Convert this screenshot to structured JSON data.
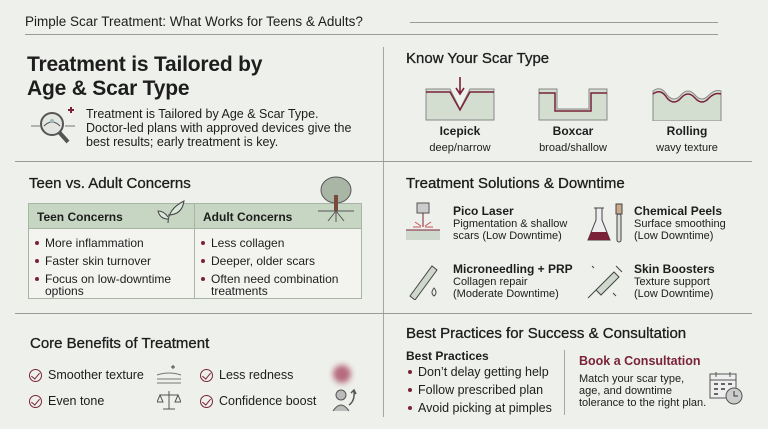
{
  "header": {
    "title": "Pimple Scar Treatment: What Works for Teens & Adults?"
  },
  "intro": {
    "heading_line1": "Treatment is Tailored by",
    "heading_line2": "Age & Scar Type",
    "body_line1": "Treatment is Tailored by Age & Scar Type.",
    "body_line2": "Doctor-led plans with approved devices give the",
    "body_line3": "best results; early treatment is key."
  },
  "scar_types": {
    "heading": "Know Your Scar Type",
    "items": [
      {
        "name": "Icepick",
        "desc": "deep/narrow"
      },
      {
        "name": "Boxcar",
        "desc": "broad/shallow"
      },
      {
        "name": "Rolling",
        "desc": "wavy texture"
      }
    ]
  },
  "concerns": {
    "heading": "Teen vs. Adult Concerns",
    "teen": {
      "title": "Teen Concerns",
      "items": [
        "More inflammation",
        "Faster skin turnover",
        "Focus on low-downtime options"
      ]
    },
    "adult": {
      "title": "Adult Concerns",
      "items": [
        "Less collagen",
        "Deeper, older scars",
        "Often need combination treatments"
      ]
    }
  },
  "solutions": {
    "heading": "Treatment Solutions & Downtime",
    "items": [
      {
        "name": "Pico Laser",
        "line1": "Pigmentation & shallow",
        "line2": "scars (Low Downtime)"
      },
      {
        "name": "Chemical Peels",
        "line1": "Surface smoothing",
        "line2": "(Low Downtime)"
      },
      {
        "name": "Microneedling + PRP",
        "line1": "Collagen repair",
        "line2": "(Moderate Downtime)"
      },
      {
        "name": "Skin Boosters",
        "line1": "Texture support",
        "line2": "(Low Downtime)"
      }
    ]
  },
  "benefits": {
    "heading": "Core Benefits of Treatment",
    "items": [
      "Smoother texture",
      "Less redness",
      "Even tone",
      "Confidence boost"
    ]
  },
  "best_practices": {
    "heading": "Best Practices for Success & Consultation",
    "sub": "Best Practices",
    "items": [
      "Don’t delay getting help",
      "Follow prescribed plan",
      "Avoid picking at pimples"
    ],
    "consult_title": "Book a Consultation",
    "consult_line1": "Match your scar type,",
    "consult_line2": "age, and downtime",
    "consult_line3": "tolerance to the right plan."
  },
  "colors": {
    "accent": "#7a2338",
    "green": "#c7d6c3",
    "bg": "#eef0eb"
  }
}
